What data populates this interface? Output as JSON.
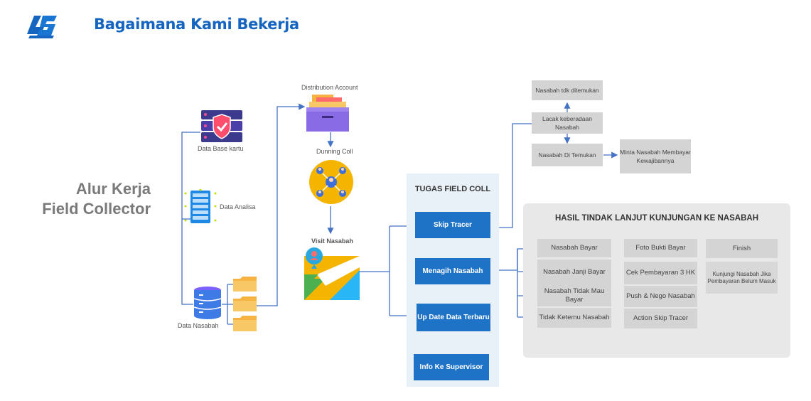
{
  "header": {
    "title": "Bagaimana Kami Bekerja"
  },
  "side_title": {
    "line1": "Alur Kerja",
    "line2": "Field Collector"
  },
  "left_nodes": {
    "database_kartu": "Data Base kartu",
    "data_analisa": "Data Analisa",
    "data_nasabah": "Data Nasabah"
  },
  "middle_nodes": {
    "distribution_account": "Distribution Account",
    "dunning_coll": "Dunning Coll",
    "visit_nasabah": "Visit Nasabah"
  },
  "tugas": {
    "title": "TUGAS FIELD COLL",
    "items": [
      "Skip Tracer",
      "Menagih Nasabah",
      "Up Date Data Terbaru",
      "Info Ke Supervisor"
    ]
  },
  "skip_tracer_flow": {
    "not_found": "Nasabah tdk ditemukan",
    "trace": "Lacak keberadaan Nasabah",
    "found": "Nasabah Di Temukan",
    "ask_pay": "Minta Nasabah Membayar Kewajibannya"
  },
  "hasil": {
    "title": "HASIL TINDAK LANJUT KUNJUNGAN KE NASABAH",
    "left": [
      "Nasabah Bayar",
      "Nasabah Janji Bayar",
      "Nasabah Tidak Mau Bayar",
      "Tidak Ketemu Nasabah"
    ],
    "middle": [
      "Foto Bukti Bayar",
      "Cek Pembayaran 3 HK",
      "Push & Nego Nasabah",
      "Action Skip Tracer"
    ],
    "right": [
      "Finish",
      "Kunjungi Nasabah Jika Pembayaran Belum Masuk"
    ]
  },
  "colors": {
    "brand_blue": "#1565c0",
    "button_blue": "#1f73c7",
    "line_blue": "#4472c4",
    "gray_text": "#7a7a7a"
  }
}
